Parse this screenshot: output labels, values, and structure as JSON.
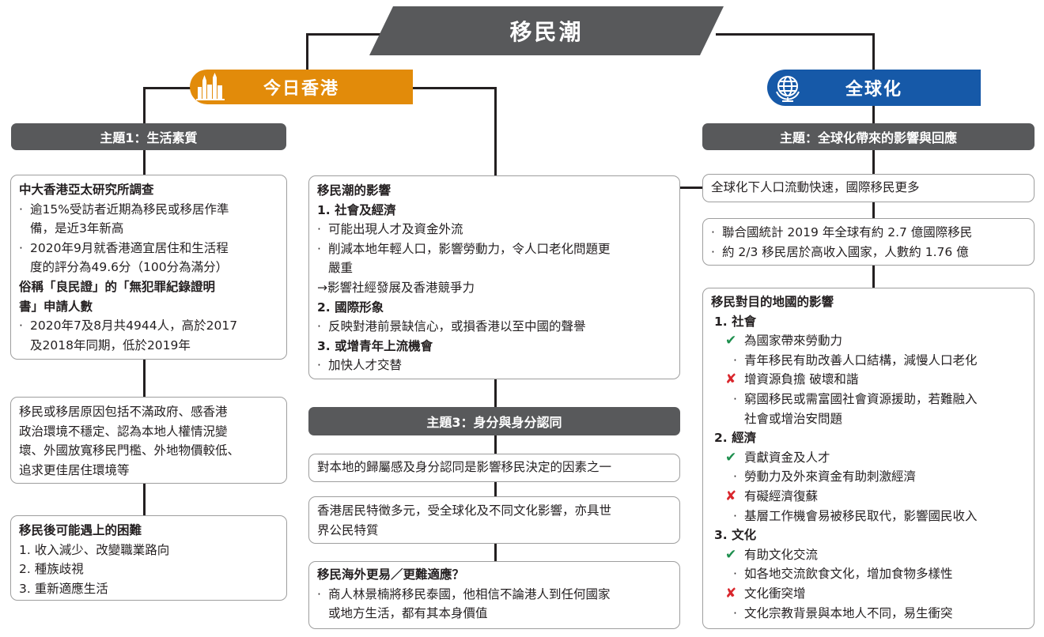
{
  "title": "移民潮",
  "left_banner": {
    "label": "今日香港",
    "icon": "city-skyline-icon",
    "color": "#e28b0a"
  },
  "right_banner": {
    "label": "全球化",
    "icon": "globe-icon",
    "color": "#1659a8"
  },
  "theme1": {
    "label": "主題1：生活素質"
  },
  "theme3": {
    "label": "主題3：身分與身分認同"
  },
  "theme_right": {
    "label": "主題：全球化帶來的影響與回應"
  },
  "survey": {
    "heading": "中大香港亞太研究所調查",
    "b1a": "逾15%受訪者近期為移民或移居作準",
    "b1b": "備，是近3年新高",
    "b2a": "2020年9月就香港適宜居住和生活程",
    "b2b": "度的評分為49.6分（100分為滿分）",
    "heading2a": "俗稱「良民證」的「無犯罪紀錄證明",
    "heading2b": "書」申請人數",
    "b3a": "2020年7及8月共4944人，高於2017",
    "b3b": "及2018年同期，低於2019年"
  },
  "reasons": {
    "l1": "移民或移居原因包括不滿政府、感香港",
    "l2": "政治環境不穩定、認為本地人權情況變",
    "l3": "壞、外國放寬移民門檻、外地物價較低、",
    "l4": "追求更佳居住環境等"
  },
  "difficulties": {
    "heading": "移民後可能遇上的困難",
    "i1": "1. 收入減少、改變職業路向",
    "i2": "2. 種族歧視",
    "i3": "3. 重新適應生活"
  },
  "impact": {
    "heading": "移民潮的影響",
    "s1": "1. 社會及經濟",
    "s1b1": "可能出現人才及資金外流",
    "s1b2a": "削減本地年輕人口，影響勞動力，令人口老化問題更",
    "s1b2b": "嚴重",
    "arrow": "→影響社經發展及香港競爭力",
    "s2": "2. 國際形象",
    "s2b1": "反映對港前景缺信心，或損香港以至中國的聲譽",
    "s3": "3. 或增青年上流機會",
    "s3b1": "加快人才交替"
  },
  "identity": {
    "text": "對本地的歸屬感及身分認同是影響移民決定的因素之一"
  },
  "residents": {
    "l1": "香港居民特徵多元，受全球化及不同文化影響，亦具世",
    "l2": "界公民特質"
  },
  "adapt": {
    "heading": "移民海外更易／更難適應？",
    "l1": "商人林景楠將移民泰國，他相信不論港人到任何國家",
    "l2": "或地方生活，都有其本身價值"
  },
  "global_flow": {
    "text": "全球化下人口流動快速，國際移民更多"
  },
  "un_stats": {
    "b1": "聯合國統計 2019 年全球有約 2.7 億國際移民",
    "b2": "約 2/3 移民居於高收入國家，人數約 1.76 億"
  },
  "dest_impact": {
    "heading": "移民對目的地國的影響",
    "social": "1.  社會",
    "social_pos": "為國家帶來勞動力",
    "social_pos_d": "青年移民有助改善人口結構，減慢人口老化",
    "social_neg": "增資源負擔 破壞和諧",
    "social_neg_d1": "窮國移民或需富國社會資源援助，若難融入",
    "social_neg_d2": "社會或增治安問題",
    "econ": "2.  經濟",
    "econ_pos": "貢獻資金及人才",
    "econ_pos_d": "勞動力及外來資金有助刺激經濟",
    "econ_neg": "有礙經濟復蘇",
    "econ_neg_d": "基層工作機會易被移民取代，影響國民收入",
    "culture": "3.  文化",
    "culture_pos": "有助文化交流",
    "culture_pos_d": "如各地交流飲食文化，增加食物多樣性",
    "culture_neg": "文化衝突增",
    "culture_neg_d": "文化宗教背景與本地人不同，易生衝突"
  },
  "colors": {
    "check": "#1e8f4e",
    "cross": "#d9262c",
    "bar": "#58595b",
    "title": "#58595b"
  }
}
